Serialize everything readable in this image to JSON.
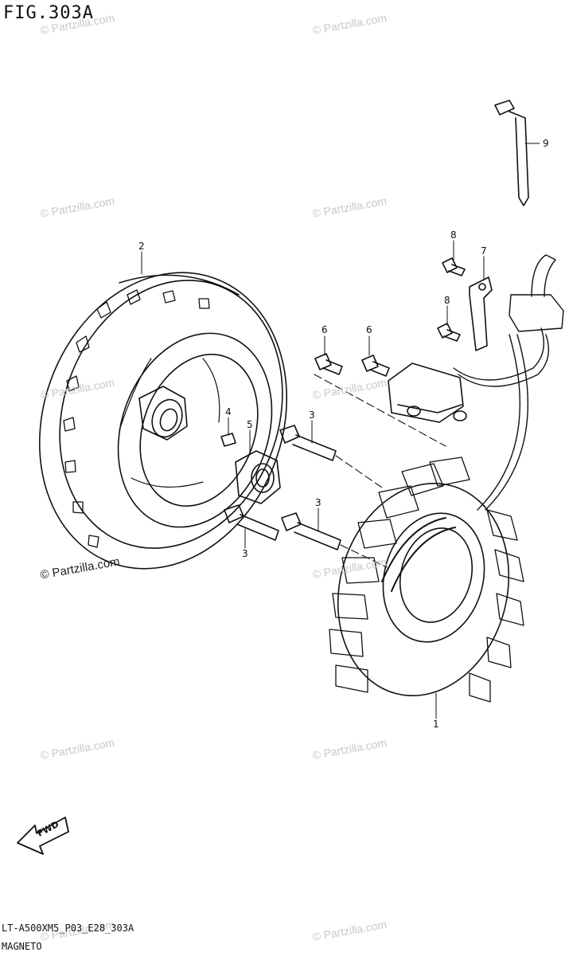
{
  "header": {
    "fig_title": "FIG.303A"
  },
  "footer": {
    "code": "LT-A500XM5_P03_E28_303A",
    "name": "MAGNETO"
  },
  "watermark": {
    "text": "© Partzilla.com"
  },
  "fwd_label": "FWD",
  "callouts": [
    "1",
    "2",
    "3",
    "3",
    "3",
    "4",
    "5",
    "6",
    "6",
    "7",
    "8",
    "8",
    "9"
  ]
}
